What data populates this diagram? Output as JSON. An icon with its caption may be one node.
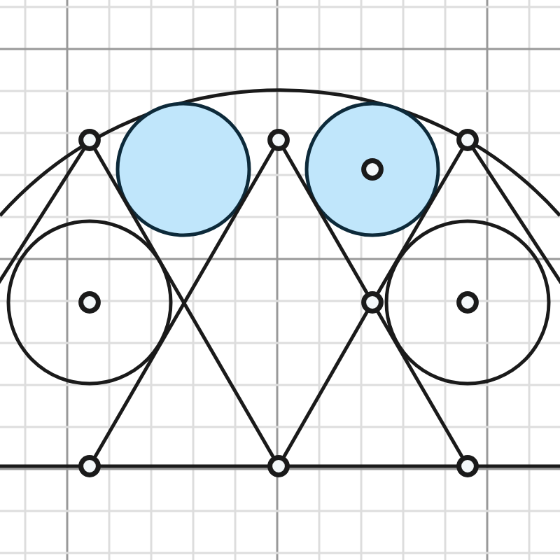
{
  "diagram": {
    "nodes": [
      {
        "text": [],
        "shape": "circle"
      },
      {
        "text": [],
        "shape": "circle"
      },
      {
        "text": [],
        "shape": "circle"
      },
      {
        "text": [],
        "shape": "circle"
      },
      {
        "text": [],
        "shape": "circle"
      },
      {
        "text": [],
        "shape": "circle"
      },
      {
        "text": [],
        "shape": "circle"
      },
      {
        "text": [],
        "shape": "circle"
      },
      {
        "text": [],
        "shape": "circle"
      },
      {
        "text": [],
        "shape": "circle"
      }
    ],
    "edges": [
      {
        "from": 0,
        "to": 8,
        "arrow": "none"
      },
      {
        "from": 1,
        "to": 7,
        "arrow": "none"
      },
      {
        "from": 1,
        "to": 5,
        "arrow": "none"
      },
      {
        "from": 5,
        "to": 9,
        "arrow": "none"
      },
      {
        "from": 2,
        "to": 5,
        "arrow": "none"
      },
      {
        "from": 5,
        "to": 8,
        "arrow": "none"
      },
      {
        "from": 0,
        "to": null,
        "arrow": "none"
      },
      {
        "from": 2,
        "to": null,
        "arrow": "none"
      },
      {
        "from": null,
        "to": 7,
        "arrow": "none"
      },
      {
        "from": 7,
        "to": 8,
        "arrow": "none"
      },
      {
        "from": 8,
        "to": 9,
        "arrow": "none"
      },
      {
        "from": 9,
        "to": null,
        "arrow": "none"
      }
    ]
  }
}
